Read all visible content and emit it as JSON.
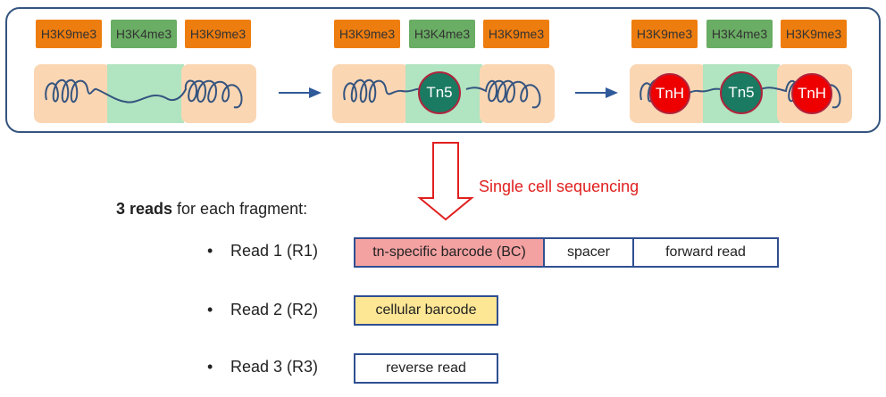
{
  "marks": {
    "k9": "H3K9me3",
    "k4": "H3K4me3"
  },
  "enzymes": {
    "tn5": "Tn5",
    "tnh": "TnH"
  },
  "colors": {
    "k9_mark": "#ee7d0f",
    "k4_mark": "#6aad64",
    "heterochromatin_bg": "#fbd6b3",
    "euchromatin_bg": "#b1e4c0",
    "dna": "#34547f",
    "tn5_fill": "#1a7a62",
    "tnh_fill": "#ee0000",
    "barcode_fill": "#f4a1a1",
    "cell_barcode_fill": "#fde694",
    "arrow": "#e0201f"
  },
  "sequencing_label": "Single cell sequencing",
  "heading": {
    "bold": "3 reads",
    "rest": " for each fragment:"
  },
  "reads": [
    {
      "bullet": "•",
      "label": "Read 1 (R1)",
      "segments": [
        "tn-specific barcode (BC)",
        "spacer",
        "forward read"
      ]
    },
    {
      "bullet": "•",
      "label": "Read 2 (R2)",
      "segments": [
        "cellular barcode"
      ]
    },
    {
      "bullet": "•",
      "label": "Read 3 (R3)",
      "segments": [
        "reverse read"
      ]
    }
  ]
}
